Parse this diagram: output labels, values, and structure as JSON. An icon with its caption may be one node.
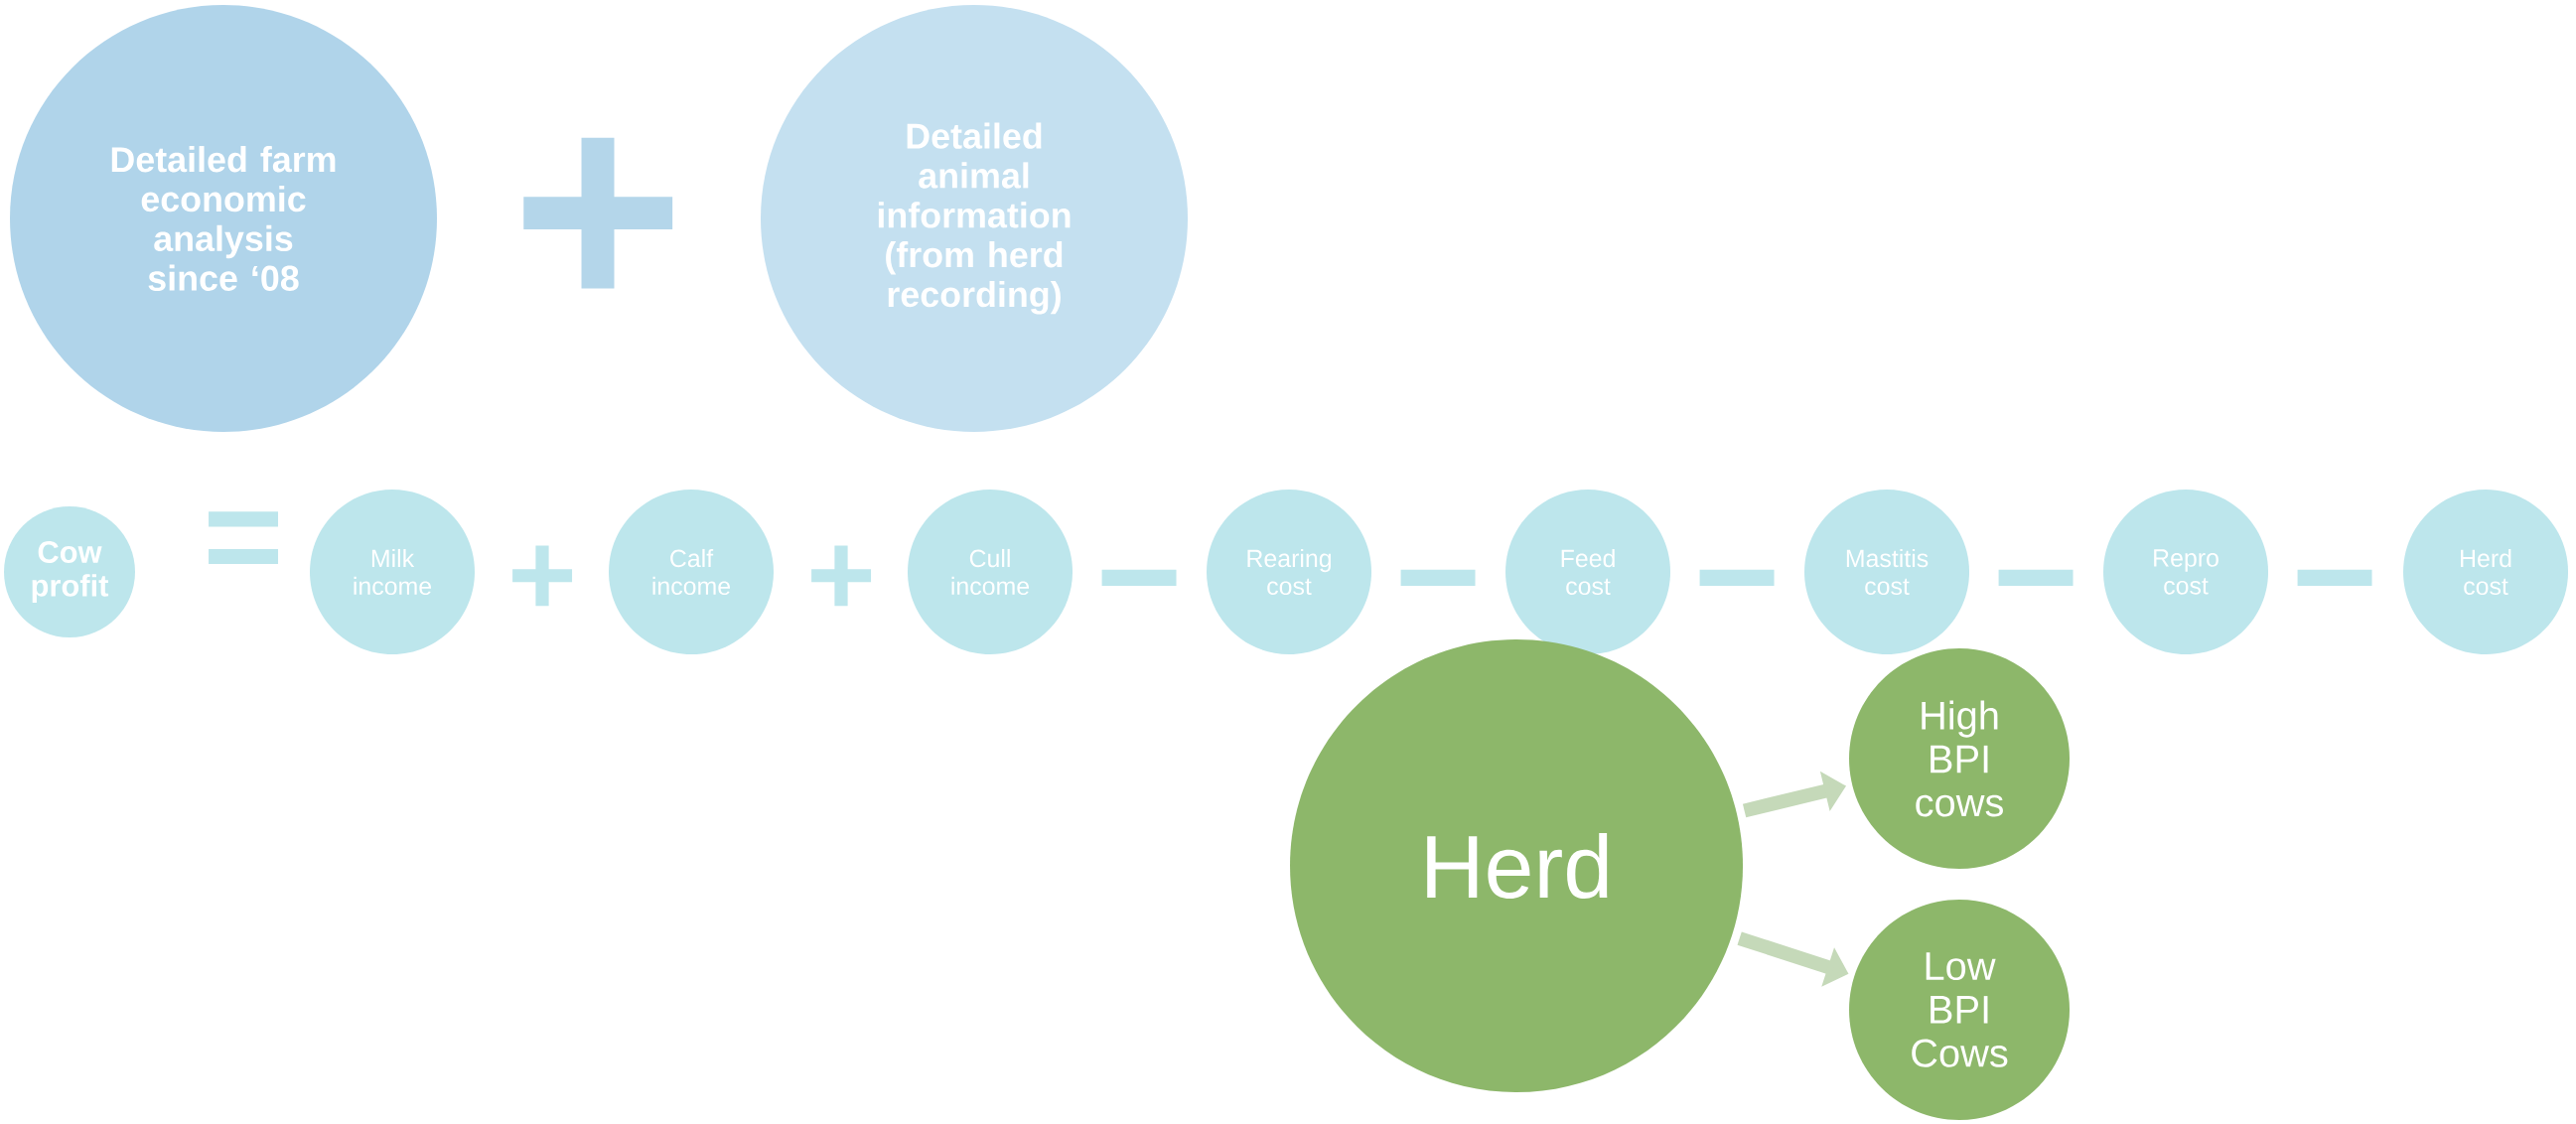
{
  "diagram": {
    "nodes": [
      {
        "text": [
          "Detailed farm economic analysis since ‘08"
        ]
      },
      {
        "text": [
          "Detailed animal information (from herd recording)"
        ]
      },
      {
        "text": [
          "Cow profit"
        ]
      },
      {
        "text": [
          "Milk income"
        ]
      },
      {
        "text": [
          "Calf income"
        ]
      },
      {
        "text": [
          "Cull income"
        ]
      },
      {
        "text": [
          "Rearing cost"
        ]
      },
      {
        "text": [
          "Feed cost"
        ]
      },
      {
        "text": [
          "Mastitis cost"
        ]
      },
      {
        "text": [
          "Repro cost"
        ]
      },
      {
        "text": [
          "Herd cost"
        ]
      },
      {
        "text": [
          "Herd"
        ]
      },
      {
        "text": [
          "High BPI cows"
        ]
      },
      {
        "text": [
          "Low BPI Cows"
        ]
      }
    ],
    "edges": [
      {
        "from": 11,
        "to": 12,
        "arrow": "to"
      },
      {
        "from": 11,
        "to": 13,
        "arrow": "to"
      }
    ],
    "labels": [
      "+",
      "=",
      "+",
      "+",
      "−",
      "−",
      "−",
      "−",
      "−"
    ]
  }
}
